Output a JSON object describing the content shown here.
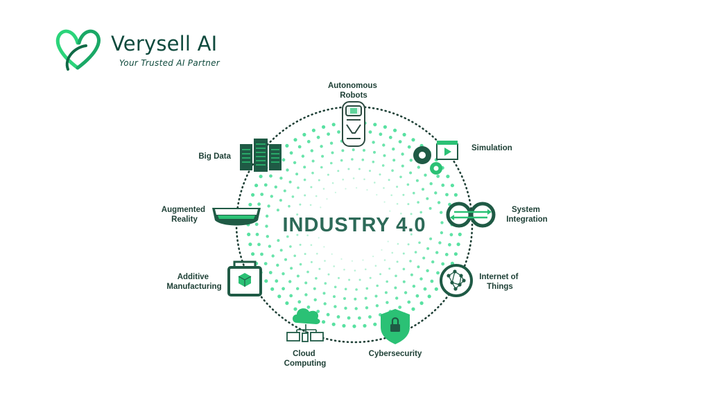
{
  "brand": {
    "name": "Verysell AI",
    "tagline": "Your Trusted AI Partner",
    "logo_icon": "heart-loop-logo",
    "primary_color": "#0f4a3d",
    "accent_color": "#2bd47a"
  },
  "diagram": {
    "center_title": "INDUSTRY 4.0",
    "ring_color": "#1d3f35",
    "dot_color": "#4fdf9c",
    "icon_color": "#1e7a4f",
    "nodes": [
      {
        "id": "autonomous-robots",
        "label_lines": [
          "Autonomous",
          "Robots"
        ],
        "icon": "autonomous-vehicle-icon"
      },
      {
        "id": "simulation",
        "label_lines": [
          "Simulation"
        ],
        "icon": "gears-clapperboard-icon"
      },
      {
        "id": "system-integration",
        "label_lines": [
          "System",
          "Integration"
        ],
        "icon": "linked-rings-icon"
      },
      {
        "id": "internet-of-things",
        "label_lines": [
          "Internet of",
          "Things"
        ],
        "icon": "network-globe-icon"
      },
      {
        "id": "cybersecurity",
        "label_lines": [
          "Cybersecurity"
        ],
        "icon": "shield-lock-icon"
      },
      {
        "id": "cloud-computing",
        "label_lines": [
          "Cloud",
          "Computing"
        ],
        "icon": "cloud-devices-icon"
      },
      {
        "id": "additive-manufacturing",
        "label_lines": [
          "Additive",
          "Manufacturing"
        ],
        "icon": "3d-printer-icon"
      },
      {
        "id": "augmented-reality",
        "label_lines": [
          "Augmented",
          "Reality"
        ],
        "icon": "ar-headset-icon"
      },
      {
        "id": "big-data",
        "label_lines": [
          "Big Data"
        ],
        "icon": "server-racks-icon"
      }
    ]
  }
}
